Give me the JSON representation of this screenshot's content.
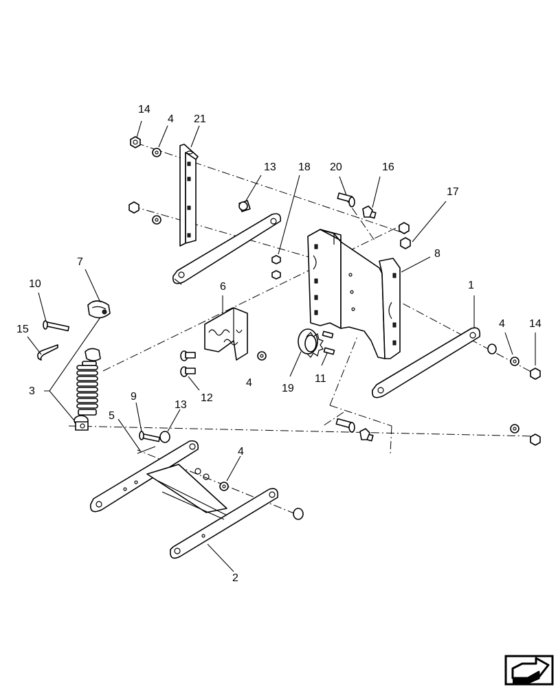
{
  "diagram": {
    "callouts": [
      {
        "id": "c-14a",
        "text": "14"
      },
      {
        "id": "c-4a",
        "text": "4"
      },
      {
        "id": "c-21",
        "text": "21"
      },
      {
        "id": "c-13a",
        "text": "13"
      },
      {
        "id": "c-18",
        "text": "18"
      },
      {
        "id": "c-20",
        "text": "20"
      },
      {
        "id": "c-16",
        "text": "16"
      },
      {
        "id": "c-17",
        "text": "17"
      },
      {
        "id": "c-7",
        "text": "7"
      },
      {
        "id": "c-8",
        "text": "8"
      },
      {
        "id": "c-1",
        "text": "1"
      },
      {
        "id": "c-10",
        "text": "10"
      },
      {
        "id": "c-6",
        "text": "6"
      },
      {
        "id": "c-4b",
        "text": "4"
      },
      {
        "id": "c-14b",
        "text": "14"
      },
      {
        "id": "c-15",
        "text": "15"
      },
      {
        "id": "c-4c",
        "text": "4"
      },
      {
        "id": "c-19",
        "text": "19"
      },
      {
        "id": "c-11",
        "text": "11"
      },
      {
        "id": "c-3",
        "text": "3"
      },
      {
        "id": "c-12",
        "text": "12"
      },
      {
        "id": "c-9",
        "text": "9"
      },
      {
        "id": "c-13b",
        "text": "13"
      },
      {
        "id": "c-5",
        "text": "5"
      },
      {
        "id": "c-4d",
        "text": "4"
      },
      {
        "id": "c-2",
        "text": "2"
      }
    ]
  },
  "navigation": {
    "icon": "arrow-icon"
  }
}
